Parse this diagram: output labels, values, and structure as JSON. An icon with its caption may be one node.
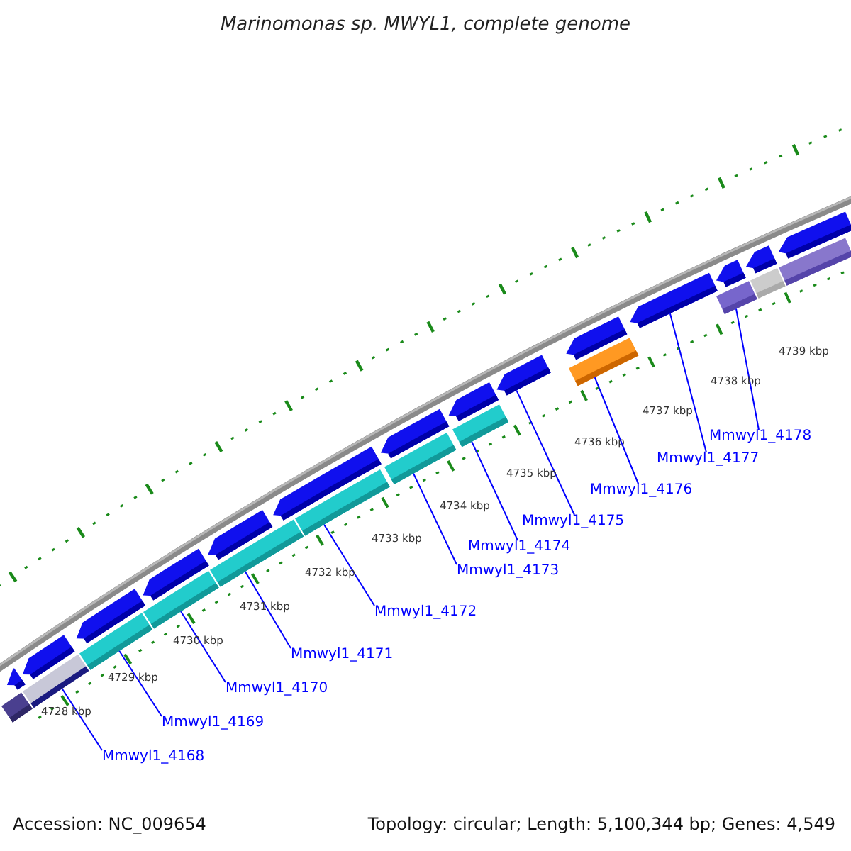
{
  "diagram": {
    "title": "Marinomonas sp. MWYL1, complete genome",
    "nodes": [
      {
        "text": [
          "Mmwyl1_4168"
        ]
      },
      {
        "text": [
          "Mmwyl1_4169"
        ]
      },
      {
        "text": [
          "Mmwyl1_4170"
        ]
      },
      {
        "text": [
          "Mmwyl1_4171"
        ]
      },
      {
        "text": [
          "Mmwyl1_4172"
        ]
      },
      {
        "text": [
          "Mmwyl1_4173"
        ]
      },
      {
        "text": [
          "Mmwyl1_4174"
        ]
      },
      {
        "text": [
          "Mmwyl1_4175"
        ]
      },
      {
        "text": [
          "Mmwyl1_4176"
        ]
      },
      {
        "text": [
          "Mmwyl1_4177"
        ]
      },
      {
        "text": [
          "Mmwyl1_4178"
        ]
      },
      {
        "text": [],
        "shape": "bar"
      },
      {
        "text": [],
        "shape": "bar"
      },
      {
        "text": [],
        "shape": "bar"
      },
      {
        "text": [],
        "shape": "bar"
      },
      {
        "text": [],
        "shape": "bar"
      },
      {
        "text": [],
        "shape": "bar"
      },
      {
        "text": [],
        "shape": "bar"
      },
      {
        "text": [],
        "shape": "bar"
      },
      {
        "text": [],
        "shape": "bar"
      },
      {
        "text": [],
        "shape": "bar"
      },
      {
        "text": [],
        "shape": "bar"
      },
      {
        "text": [],
        "shape": "bar"
      },
      {
        "text": [],
        "shape": "bar"
      },
      {
        "text": [],
        "shape": "bar"
      },
      {
        "text": [],
        "shape": "bar"
      },
      {
        "text": [],
        "shape": "bar"
      },
      {
        "text": [],
        "shape": "bar"
      },
      {
        "text": [],
        "shape": "bar"
      },
      {
        "text": [],
        "shape": "bar"
      },
      {
        "text": [],
        "shape": "bar"
      },
      {
        "text": [],
        "shape": "bar"
      },
      {
        "text": [],
        "shape": "bar"
      },
      {
        "text": [],
        "shape": "bar"
      },
      {
        "text": [],
        "shape": "bar"
      },
      {
        "text": [],
        "shape": "bar"
      },
      {
        "text": [],
        "shape": "bar"
      }
    ],
    "edges": [
      {
        "from": 0,
        "to": 26,
        "arrow": "none"
      },
      {
        "from": 1,
        "to": 27,
        "arrow": "none"
      },
      {
        "from": 2,
        "to": 28,
        "arrow": "none"
      },
      {
        "from": 3,
        "to": 29,
        "arrow": "none"
      },
      {
        "from": 4,
        "to": 30,
        "arrow": "none"
      },
      {
        "from": 5,
        "to": 31,
        "arrow": "none"
      },
      {
        "from": 6,
        "to": 32,
        "arrow": "none"
      },
      {
        "from": 7,
        "to": 19,
        "arrow": "none"
      },
      {
        "from": 8,
        "to": 33,
        "arrow": "none"
      },
      {
        "from": 9,
        "to": 21,
        "arrow": "none"
      },
      {
        "from": 10,
        "to": 34,
        "arrow": "none"
      }
    ],
    "labels": [
      "4728 kbp",
      "4729 kbp",
      "4730 kbp",
      "4731 kbp",
      "4732 kbp",
      "4733 kbp",
      "4734 kbp",
      "4735 kbp",
      "4736 kbp",
      "4737 kbp",
      "4738 kbp",
      "4739 kbp",
      "Accession: NC_009654",
      "Topology: circular; Length: 5,100,344 bp; Genes: 4,549"
    ]
  }
}
